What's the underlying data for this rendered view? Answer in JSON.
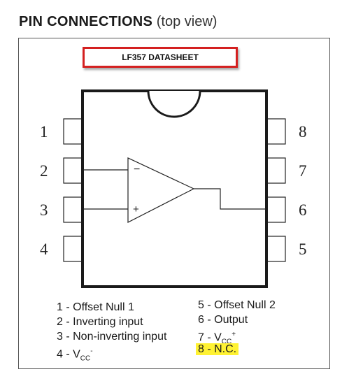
{
  "heading": {
    "title": "PIN CONNECTIONS",
    "subtitle": "(top view)"
  },
  "tag_label": "LF357 DATASHEET",
  "pin_numbers": {
    "left": [
      "1",
      "2",
      "3",
      "4"
    ],
    "right": [
      "8",
      "7",
      "6",
      "5"
    ]
  },
  "opamp_signs": {
    "inverting": "−",
    "noninverting": "+"
  },
  "legend": {
    "pin1": "1 - Offset Null 1",
    "pin2": "2 - Inverting input",
    "pin3": "3 - Non-inverting input",
    "pin4_prefix": "4 - V",
    "pin4_sub": "CC",
    "pin4_sup": "-",
    "pin5": "5 - Offset Null 2",
    "pin6": "6 - Output",
    "pin7_prefix": "7 - V",
    "pin7_sub": "CC",
    "pin7_sup": "+",
    "pin8": "8 - N.C."
  },
  "colors": {
    "tag_border": "#d42020",
    "highlight": "#fff233"
  }
}
